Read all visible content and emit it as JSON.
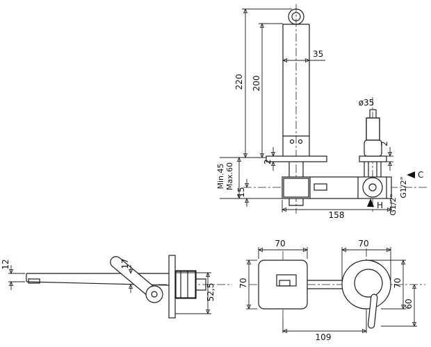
{
  "labels": {
    "spout_view": {
      "width35": "35",
      "height220": "220",
      "height200": "200",
      "plate2_left": "2",
      "min45": "Min.45",
      "max60": "Max.60",
      "offset15": "15",
      "length158": "158",
      "hot": "H",
      "cold": "C",
      "thread_cold": "G1/2\"",
      "thread_hot": "G1/2\"",
      "dia35": "ø35",
      "plate2_right": "2"
    },
    "profile_view": {
      "h12": "12",
      "h17": "17",
      "d52_5": "52,5"
    },
    "front_view": {
      "w70_plate": "70",
      "w70_escutcheon": "70",
      "h70_plate": "70",
      "h70_escutcheon": "70",
      "l60": "60",
      "d109": "109"
    }
  }
}
